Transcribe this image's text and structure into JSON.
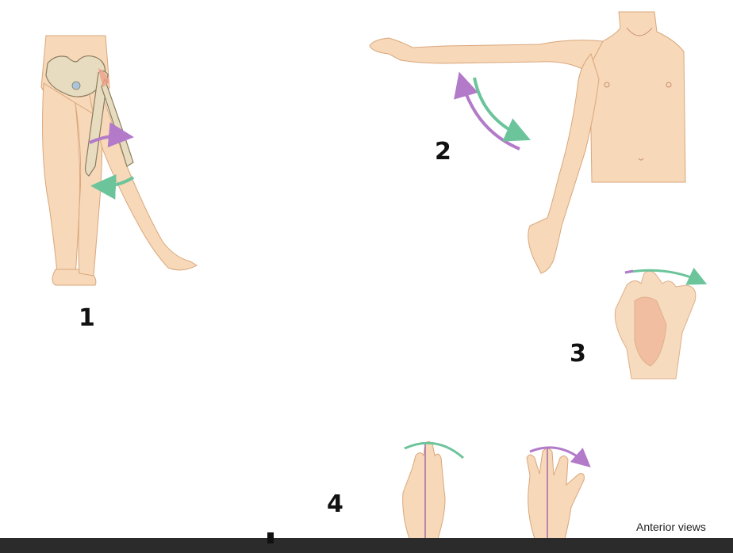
{
  "figure": {
    "labels": [
      "1",
      "2",
      "3",
      "4"
    ],
    "caption": "Anterior views",
    "colors": {
      "skin": "#f7d8b8",
      "skin_outline": "#d9a77c",
      "bone": "#e8dcc0",
      "bone_outline": "#8a7d60",
      "arrow_purple": "#b27ac9",
      "arrow_green": "#6cc49b",
      "midline": "#a56aa8"
    }
  }
}
